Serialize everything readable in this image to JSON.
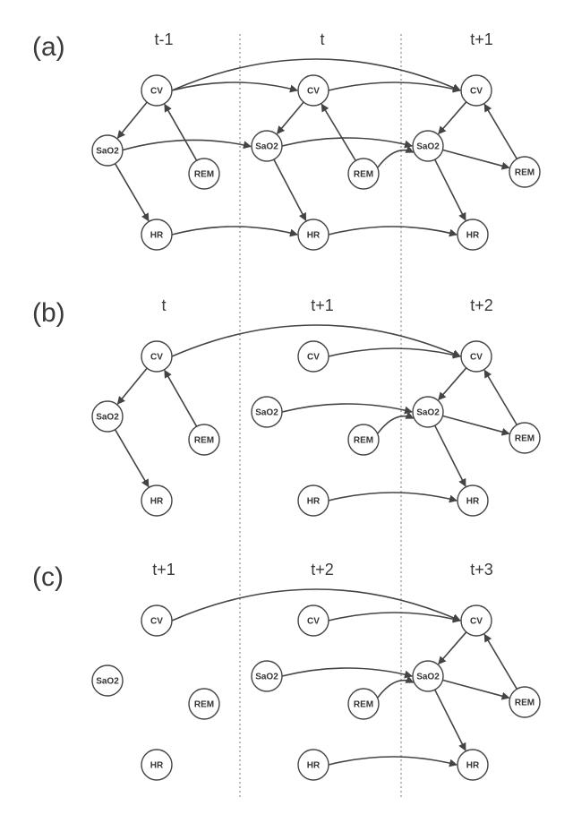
{
  "diagram": {
    "panels": [
      {
        "label": "(a)",
        "time_labels": [
          "t-1",
          "t",
          "t+1"
        ],
        "nodes": [
          {
            "id": "CV",
            "slice": 0,
            "text": "CV"
          },
          {
            "id": "SaO2",
            "slice": 0,
            "text": "SaO2"
          },
          {
            "id": "REM",
            "slice": 0,
            "text": "REM"
          },
          {
            "id": "HR",
            "slice": 0,
            "text": "HR"
          },
          {
            "id": "CV",
            "slice": 1,
            "text": "CV"
          },
          {
            "id": "SaO2",
            "slice": 1,
            "text": "SaO2"
          },
          {
            "id": "REM",
            "slice": 1,
            "text": "REM"
          },
          {
            "id": "HR",
            "slice": 1,
            "text": "HR"
          },
          {
            "id": "CV",
            "slice": 2,
            "text": "CV"
          },
          {
            "id": "SaO2",
            "slice": 2,
            "text": "SaO2"
          },
          {
            "id": "REM",
            "slice": 2,
            "text": "REM"
          },
          {
            "id": "HR",
            "slice": 2,
            "text": "HR"
          }
        ],
        "edges": [
          {
            "from": "CV@0",
            "to": "SaO2@0"
          },
          {
            "from": "REM@0",
            "to": "CV@0"
          },
          {
            "from": "SaO2@0",
            "to": "HR@0"
          },
          {
            "from": "CV@1",
            "to": "SaO2@1"
          },
          {
            "from": "REM@1",
            "to": "CV@1"
          },
          {
            "from": "SaO2@1",
            "to": "HR@1"
          },
          {
            "from": "CV@2",
            "to": "SaO2@2"
          },
          {
            "from": "REM@2",
            "to": "CV@2"
          },
          {
            "from": "SaO2@2",
            "to": "HR@2"
          },
          {
            "from": "CV@0",
            "to": "CV@1"
          },
          {
            "from": "CV@1",
            "to": "CV@2"
          },
          {
            "from": "CV@0",
            "to": "CV@2"
          },
          {
            "from": "SaO2@0",
            "to": "SaO2@1"
          },
          {
            "from": "SaO2@1",
            "to": "SaO2@2"
          },
          {
            "from": "REM@1",
            "to": "SaO2@2"
          },
          {
            "from": "SaO2@2",
            "to": "REM@2"
          },
          {
            "from": "HR@0",
            "to": "HR@1"
          },
          {
            "from": "HR@1",
            "to": "HR@2"
          }
        ]
      },
      {
        "label": "(b)",
        "time_labels": [
          "t",
          "t+1",
          "t+2"
        ],
        "nodes": [
          {
            "id": "CV",
            "slice": 0,
            "text": "CV"
          },
          {
            "id": "SaO2",
            "slice": 0,
            "text": "SaO2"
          },
          {
            "id": "REM",
            "slice": 0,
            "text": "REM"
          },
          {
            "id": "HR",
            "slice": 0,
            "text": "HR"
          },
          {
            "id": "CV",
            "slice": 1,
            "text": "CV"
          },
          {
            "id": "SaO2",
            "slice": 1,
            "text": "SaO2"
          },
          {
            "id": "REM",
            "slice": 1,
            "text": "REM"
          },
          {
            "id": "HR",
            "slice": 1,
            "text": "HR"
          },
          {
            "id": "CV",
            "slice": 2,
            "text": "CV"
          },
          {
            "id": "SaO2",
            "slice": 2,
            "text": "SaO2"
          },
          {
            "id": "REM",
            "slice": 2,
            "text": "REM"
          },
          {
            "id": "HR",
            "slice": 2,
            "text": "HR"
          }
        ],
        "edges": [
          {
            "from": "CV@0",
            "to": "SaO2@0"
          },
          {
            "from": "REM@0",
            "to": "CV@0"
          },
          {
            "from": "SaO2@0",
            "to": "HR@0"
          },
          {
            "from": "CV@2",
            "to": "SaO2@2"
          },
          {
            "from": "REM@2",
            "to": "CV@2"
          },
          {
            "from": "SaO2@2",
            "to": "HR@2"
          },
          {
            "from": "CV@0",
            "to": "CV@2"
          },
          {
            "from": "CV@1",
            "to": "CV@2"
          },
          {
            "from": "SaO2@1",
            "to": "SaO2@2"
          },
          {
            "from": "REM@1",
            "to": "SaO2@2"
          },
          {
            "from": "SaO2@2",
            "to": "REM@2"
          },
          {
            "from": "HR@1",
            "to": "HR@2"
          }
        ]
      },
      {
        "label": "(c)",
        "time_labels": [
          "t+1",
          "t+2",
          "t+3"
        ],
        "nodes": [
          {
            "id": "CV",
            "slice": 0,
            "text": "CV"
          },
          {
            "id": "SaO2",
            "slice": 0,
            "text": "SaO2"
          },
          {
            "id": "REM",
            "slice": 0,
            "text": "REM"
          },
          {
            "id": "HR",
            "slice": 0,
            "text": "HR"
          },
          {
            "id": "CV",
            "slice": 1,
            "text": "CV"
          },
          {
            "id": "SaO2",
            "slice": 1,
            "text": "SaO2"
          },
          {
            "id": "REM",
            "slice": 1,
            "text": "REM"
          },
          {
            "id": "HR",
            "slice": 1,
            "text": "HR"
          },
          {
            "id": "CV",
            "slice": 2,
            "text": "CV"
          },
          {
            "id": "SaO2",
            "slice": 2,
            "text": "SaO2"
          },
          {
            "id": "REM",
            "slice": 2,
            "text": "REM"
          },
          {
            "id": "HR",
            "slice": 2,
            "text": "HR"
          }
        ],
        "edges": [
          {
            "from": "CV@2",
            "to": "SaO2@2"
          },
          {
            "from": "REM@2",
            "to": "CV@2"
          },
          {
            "from": "SaO2@2",
            "to": "HR@2"
          },
          {
            "from": "CV@0",
            "to": "CV@2"
          },
          {
            "from": "CV@1",
            "to": "CV@2"
          },
          {
            "from": "SaO2@1",
            "to": "SaO2@2"
          },
          {
            "from": "REM@1",
            "to": "SaO2@2"
          },
          {
            "from": "SaO2@2",
            "to": "REM@2"
          },
          {
            "from": "HR@1",
            "to": "HR@2"
          }
        ]
      }
    ]
  }
}
